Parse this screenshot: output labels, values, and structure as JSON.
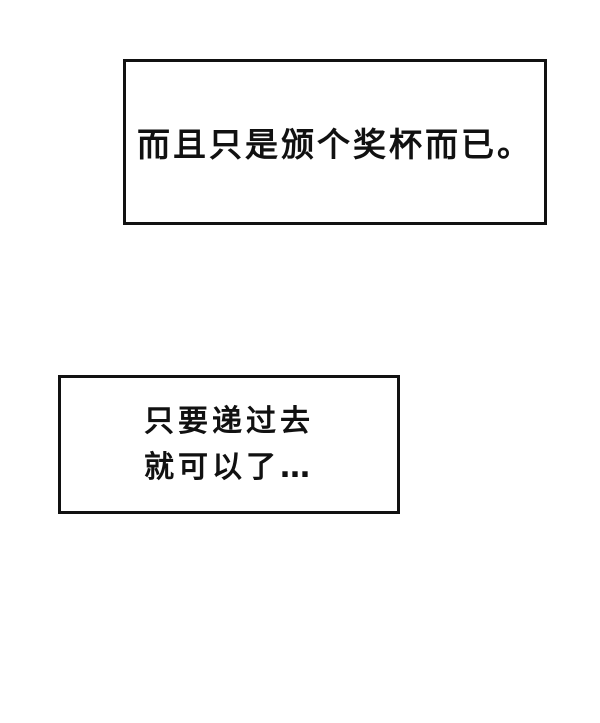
{
  "captions": [
    {
      "lines": [
        "而且只是颁个奖杯而已。"
      ]
    },
    {
      "lines": [
        "只要递过去",
        "就可以了…"
      ]
    }
  ]
}
